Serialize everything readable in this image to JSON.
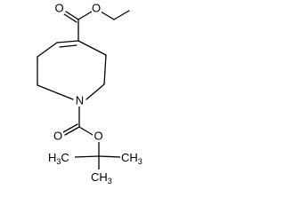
{
  "molecule": {
    "atom_labels": {
      "ester_carbonyl_o": "O",
      "ester_ether_o": "O",
      "ring_n": "N",
      "carbamate_carbonyl_o": "O",
      "carbamate_ether_o": "O",
      "methyl_left": {
        "main": "H",
        "sub": "3",
        "tail": "C"
      },
      "methyl_bottom": {
        "main": "CH",
        "sub": "3",
        "tail": ""
      },
      "methyl_right": {
        "main": "CH",
        "sub": "3",
        "tail": ""
      }
    }
  },
  "colors": {
    "bond": "#000000",
    "label": "#000000",
    "background": "#ffffff"
  }
}
